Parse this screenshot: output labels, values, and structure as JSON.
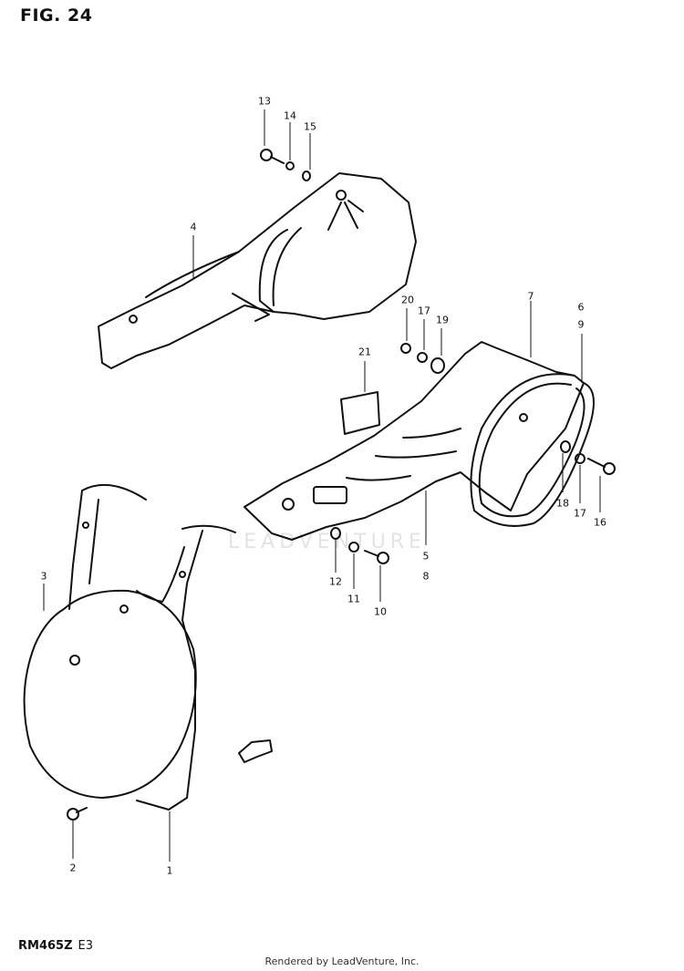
{
  "figure_label": "FIG. 24",
  "model_code": "RM465Z",
  "revision": "E3",
  "credit": "Rendered by LeadVenture, Inc.",
  "watermark": "LEADVENTURE",
  "callouts": [
    "13",
    "14",
    "15",
    "4",
    "20",
    "17",
    "19",
    "7",
    "6",
    "9",
    "21",
    "18",
    "17",
    "16",
    "5",
    "8",
    "12",
    "11",
    "10",
    "3",
    "2",
    "1"
  ],
  "colors": {
    "line": "#111111",
    "paper": "#ffffff",
    "watermark": "#e3e3e3"
  }
}
